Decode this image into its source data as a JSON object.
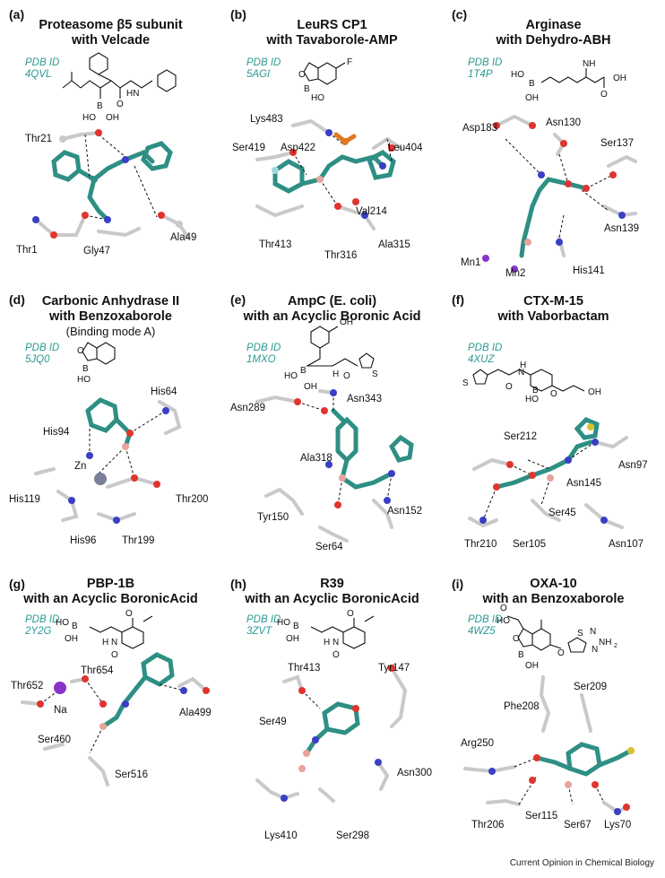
{
  "credit": "Current Opinion in Chemical Biology",
  "panels": [
    {
      "letter": "(a)",
      "title1": "Proteasome β5 subunit",
      "title2": "with Velcade",
      "subtitle": "",
      "pdb1": "PDB ID",
      "pdb2": "4QVL",
      "residues": [
        {
          "id": "thr21",
          "text": "Thr21"
        },
        {
          "id": "thr1",
          "text": "Thr1"
        },
        {
          "id": "gly47",
          "text": "Gly47"
        },
        {
          "id": "ala49",
          "text": "Ala49"
        }
      ]
    },
    {
      "letter": "(b)",
      "title1": "LeuRS CP1",
      "title2": "with Tavaborole-AMP",
      "subtitle": "",
      "pdb1": "PDB ID",
      "pdb2": "5AGI",
      "residues": [
        {
          "id": "lys483",
          "text": "Lys483"
        },
        {
          "id": "ser419",
          "text": "Ser419"
        },
        {
          "id": "asp422",
          "text": "Asp422"
        },
        {
          "id": "leu404",
          "text": "Leu404"
        },
        {
          "id": "val214",
          "text": "Val214"
        },
        {
          "id": "thr413",
          "text": "Thr413"
        },
        {
          "id": "thr316",
          "text": "Thr316"
        },
        {
          "id": "ala315",
          "text": "Ala315"
        }
      ]
    },
    {
      "letter": "(c)",
      "title1": "Arginase",
      "title2": "with Dehydro-ABH",
      "subtitle": "",
      "pdb1": "PDB ID",
      "pdb2": "1T4P",
      "residues": [
        {
          "id": "asp183",
          "text": "Asp183"
        },
        {
          "id": "asn130",
          "text": "Asn130"
        },
        {
          "id": "ser137",
          "text": "Ser137"
        },
        {
          "id": "asn139",
          "text": "Asn139"
        },
        {
          "id": "mn1",
          "text": "Mn1"
        },
        {
          "id": "mn2",
          "text": "Mn2"
        },
        {
          "id": "his141",
          "text": "His141"
        }
      ]
    },
    {
      "letter": "(d)",
      "title1": "Carbonic Anhydrase II",
      "title2": "with Benzoxaborole",
      "subtitle": "(Binding mode A)",
      "pdb1": "PDB ID",
      "pdb2": "5JQ0",
      "residues": [
        {
          "id": "his64",
          "text": "His64"
        },
        {
          "id": "his94",
          "text": "His94"
        },
        {
          "id": "zn",
          "text": "Zn"
        },
        {
          "id": "his119",
          "text": "His119"
        },
        {
          "id": "thr200",
          "text": "Thr200"
        },
        {
          "id": "his96",
          "text": "His96"
        },
        {
          "id": "thr199",
          "text": "Thr199"
        }
      ]
    },
    {
      "letter": "(e)",
      "title1": "AmpC (E. coli)",
      "title2": "with an Acyclic Boronic Acid",
      "subtitle": "",
      "pdb1": "PDB ID",
      "pdb2": "1MXO",
      "residues": [
        {
          "id": "asn343",
          "text": "Asn343"
        },
        {
          "id": "asn289",
          "text": "Asn289"
        },
        {
          "id": "ala318",
          "text": "Ala318"
        },
        {
          "id": "tyr150",
          "text": "Tyr150"
        },
        {
          "id": "asn152",
          "text": "Asn152"
        },
        {
          "id": "ser64",
          "text": "Ser64"
        }
      ]
    },
    {
      "letter": "(f)",
      "title1": "CTX-M-15",
      "title2": "with Vaborbactam",
      "subtitle": "",
      "pdb1": "PDB ID",
      "pdb2": "4XUZ",
      "residues": [
        {
          "id": "ser212",
          "text": "Ser212"
        },
        {
          "id": "asn97",
          "text": "Asn97"
        },
        {
          "id": "asn145",
          "text": "Asn145"
        },
        {
          "id": "ser45",
          "text": "Ser45"
        },
        {
          "id": "asn107",
          "text": "Asn107"
        },
        {
          "id": "thr210",
          "text": "Thr210"
        },
        {
          "id": "ser105",
          "text": "Ser105"
        }
      ]
    },
    {
      "letter": "(g)",
      "title1": "PBP-1B",
      "title2": "with an Acyclic BoronicAcid",
      "subtitle": "",
      "pdb1": "PDB ID",
      "pdb2": "2Y2G",
      "residues": [
        {
          "id": "thr654",
          "text": "Thr654"
        },
        {
          "id": "thr652",
          "text": "Thr652"
        },
        {
          "id": "na",
          "text": "Na"
        },
        {
          "id": "ala499",
          "text": "Ala499"
        },
        {
          "id": "ser460",
          "text": "Ser460"
        },
        {
          "id": "ser516",
          "text": "Ser516"
        }
      ]
    },
    {
      "letter": "(h)",
      "title1": "R39",
      "title2": "with an Acyclic BoronicAcid",
      "subtitle": "",
      "pdb1": "PDB ID",
      "pdb2": "3ZVT",
      "residues": [
        {
          "id": "thr413",
          "text": "Thr413"
        },
        {
          "id": "tyr147",
          "text": "Tyr147"
        },
        {
          "id": "ser49",
          "text": "Ser49"
        },
        {
          "id": "asn300",
          "text": "Asn300"
        },
        {
          "id": "lys410",
          "text": "Lys410"
        },
        {
          "id": "ser298",
          "text": "Ser298"
        }
      ]
    },
    {
      "letter": "(i)",
      "title1": "OXA-10",
      "title2": "with an Benzoxaborole",
      "subtitle": "",
      "pdb1": "PDB ID",
      "pdb2": "4WZ5",
      "residues": [
        {
          "id": "ser209",
          "text": "Ser209"
        },
        {
          "id": "phe208",
          "text": "Phe208"
        },
        {
          "id": "arg250",
          "text": "Arg250"
        },
        {
          "id": "thr206",
          "text": "Thr206"
        },
        {
          "id": "ser115",
          "text": "Ser115"
        },
        {
          "id": "ser67",
          "text": "Ser67"
        },
        {
          "id": "lys70",
          "text": "Lys70"
        }
      ]
    }
  ],
  "atom_labels": {
    "b": "B",
    "ho": "HO",
    "oh": "OH",
    "o": "O",
    "n": "N",
    "h": "H",
    "s": "S",
    "nh2": "NH",
    "nh2_sub": "2",
    "f": "F",
    "hn": "HN",
    "nh3": "NH"
  },
  "colors": {
    "ligand": "#2e8f84",
    "ligand_light": "#5fbfb3",
    "protein": "#c9c9c9",
    "oxygen": "#e0342f",
    "nitrogen": "#3a3fc4",
    "boron": "#e8a39c",
    "sulfur": "#d8c12c",
    "phosphorus": "#e07a20",
    "fluorine": "#9fd9e0",
    "metal": "#7b7f9a",
    "sodium": "#8a33c9",
    "hbond": "#111111",
    "pdb": "#2a9a92"
  }
}
